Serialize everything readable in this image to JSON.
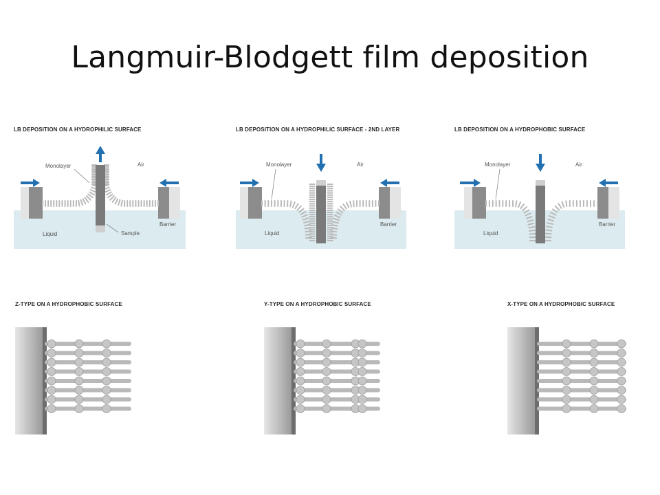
{
  "slide": {
    "title": "Langmuir-Blodgett film deposition"
  },
  "colors": {
    "liquid": "#dcebef",
    "arrow": "#2270b0",
    "barrier": "#8c8c8c",
    "molecule": "#b9b9b9",
    "substrate_dark": "#6d6d6d",
    "substrate_light": "#e6e6e6"
  },
  "deposition_panels": [
    {
      "title": "LB DEPOSITION ON A HYDROPHILIC SURFACE",
      "labels": {
        "monolayer": "Monolayer",
        "air": "Air",
        "liquid": "Liquid",
        "barrier": "Barrier",
        "sample": "Sample"
      },
      "sample_motion": "up"
    },
    {
      "title": "LB DEPOSITION ON A HYDROPHILIC SURFACE - 2ND LAYER",
      "labels": {
        "monolayer": "Monolayer",
        "air": "Air",
        "liquid": "Liquid",
        "barrier": "Barrier"
      },
      "sample_motion": "down"
    },
    {
      "title": "LB DEPOSITION ON A HYDROPHOBIC SURFACE",
      "labels": {
        "monolayer": "Monolayer",
        "air": "Air",
        "liquid": "Liquid",
        "barrier": "Barrier"
      },
      "sample_motion": "down"
    }
  ],
  "film_type_panels": [
    {
      "title": "Z-TYPE ON A HYDROPHOBIC SURFACE",
      "pattern": "head-tail head-tail head-tail"
    },
    {
      "title": "Y-TYPE ON A HYDROPHOBIC SURFACE",
      "pattern": "tail-head head-tail tail-head"
    },
    {
      "title": "X-TYPE ON A HYDROPHOBIC SURFACE",
      "pattern": "tail-head tail-head tail-head"
    }
  ]
}
